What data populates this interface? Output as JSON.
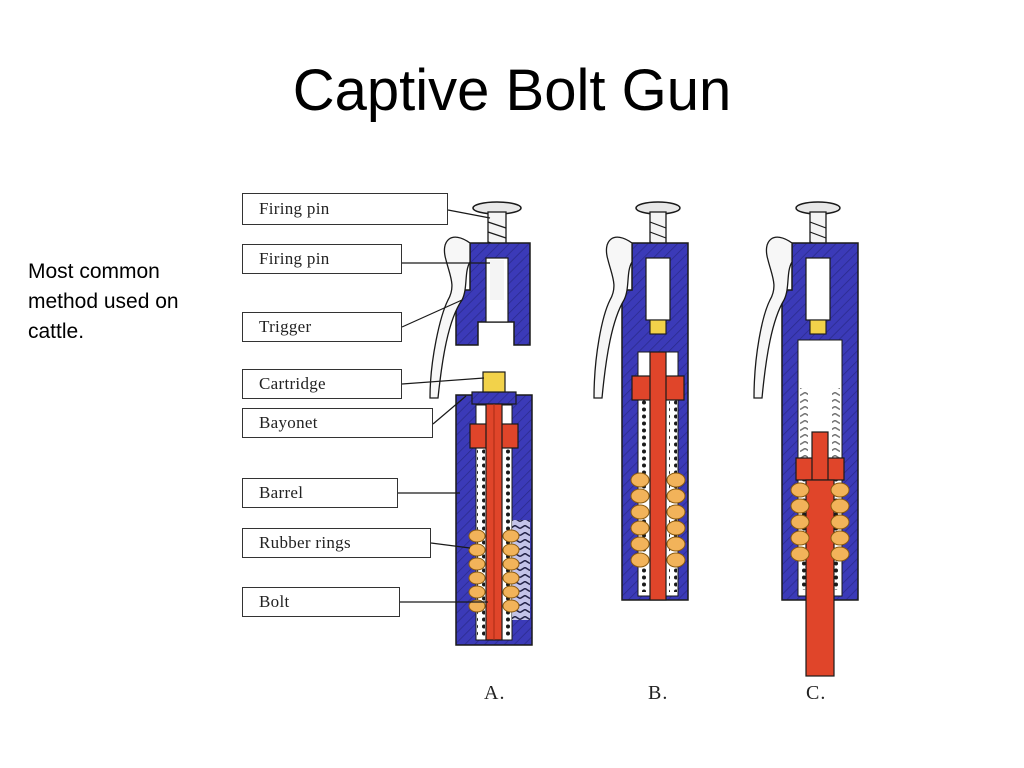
{
  "slide": {
    "title": "Captive Bolt Gun",
    "note": "Most common method used on cattle."
  },
  "diagram": {
    "labels": [
      "Firing pin",
      "Firing pin",
      "Trigger",
      "Cartridge",
      "Bayonet",
      "Barrel",
      "Rubber rings",
      "Bolt"
    ],
    "states": [
      "A.",
      "B.",
      "C."
    ],
    "colors": {
      "body": "#3b3ab8",
      "bolt": "#e0452a",
      "rings": "#f2b35a",
      "cartridge": "#f2d24a",
      "outline": "#1a1a1a"
    }
  }
}
